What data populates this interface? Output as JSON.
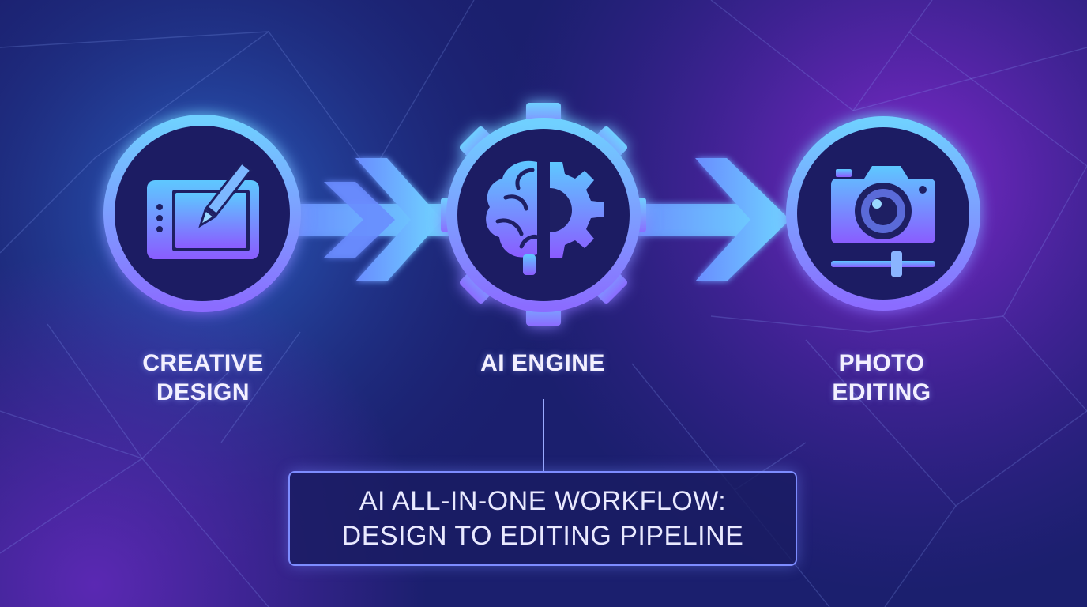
{
  "nodes": [
    {
      "id": "creative-design",
      "lines": [
        "CREATIVE",
        "DESIGN"
      ],
      "icon": "drawing-tablet-pen-icon"
    },
    {
      "id": "ai-engine",
      "lines": [
        "AI ENGINE"
      ],
      "icon": "brain-gear-icon"
    },
    {
      "id": "photo-editing",
      "lines": [
        "PHOTO",
        "EDITING"
      ],
      "icon": "camera-slider-icon"
    }
  ],
  "caption": {
    "line1": "AI ALL-IN-ONE WORKFLOW:",
    "line2": "DESIGN TO EDITING PIPELINE"
  },
  "colors": {
    "background_dark": "#1b1f6e",
    "background_purple": "#6a2bc4",
    "accent_cyan": "#5ec8ff",
    "accent_violet": "#8a5cff",
    "circle_fill": "#1e1f63",
    "text": "#f3f0ff"
  }
}
